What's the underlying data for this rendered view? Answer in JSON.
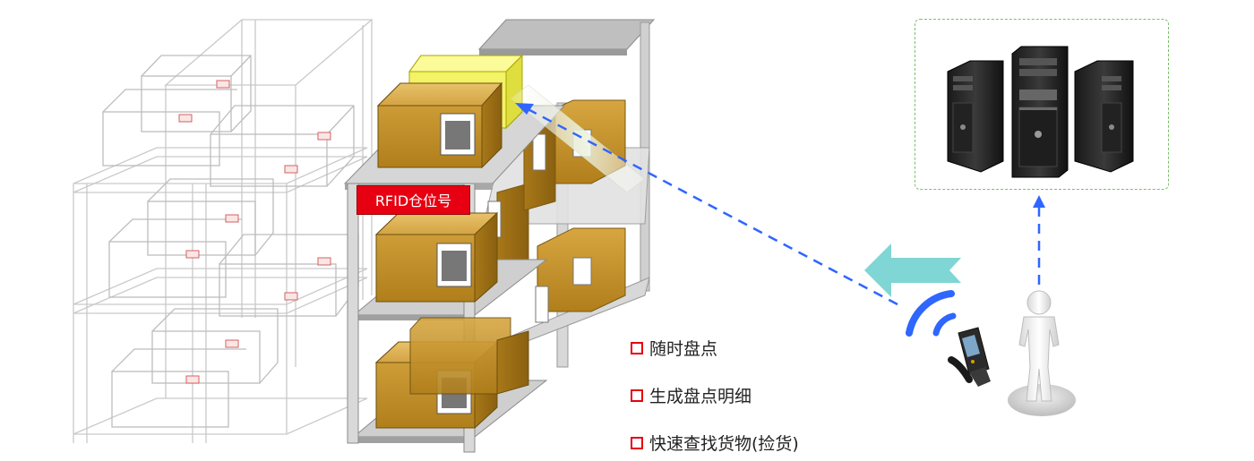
{
  "shelf_label": "RFID仓位号",
  "features": [
    {
      "text": "随时盘点"
    },
    {
      "text": "生成盘点明细"
    },
    {
      "text": "快速查找货物(捡货)"
    }
  ],
  "colors": {
    "accent_red": "#e60012",
    "signal_blue": "#2f66ff",
    "arrow_teal": "#7fd6d4",
    "box_brown": "#c9962a",
    "box_yellow": "#f4f266"
  },
  "icons": [
    "warehouse-shelf-wireframe",
    "warehouse-shelf-with-boxes",
    "rfid-reader-handheld",
    "wifi-signal-icon",
    "person-icon",
    "server-tower-icon"
  ]
}
